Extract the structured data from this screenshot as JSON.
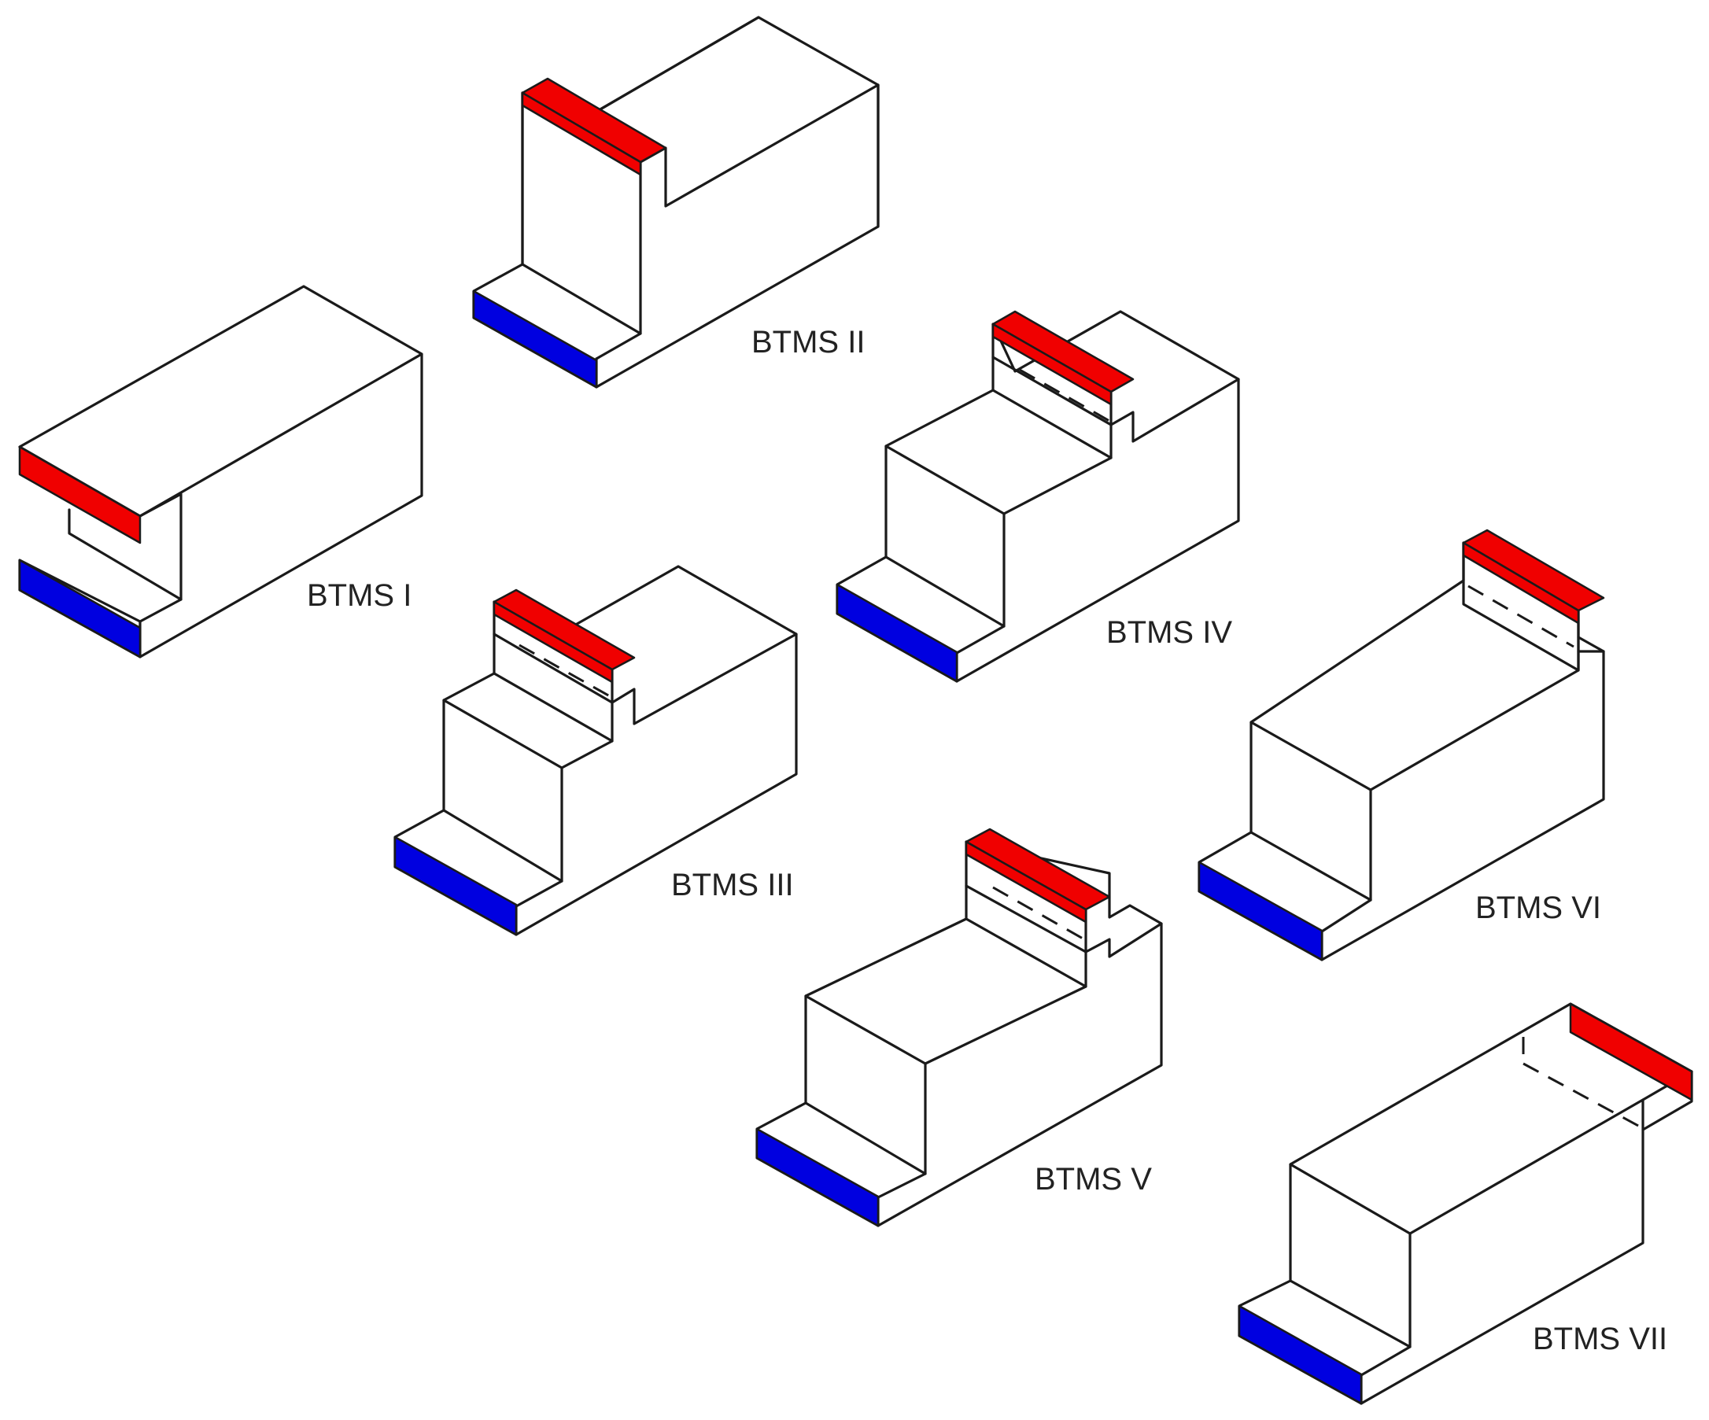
{
  "colors": {
    "hot_plate": "#f00000",
    "cold_plate": "#0000e0",
    "edge": "#1a1a1a",
    "background": "#ffffff"
  },
  "legend_none": "",
  "configurations": [
    {
      "id": "btms-i",
      "label": "BTMS I"
    },
    {
      "id": "btms-ii",
      "label": "BTMS II"
    },
    {
      "id": "btms-iii",
      "label": "BTMS III"
    },
    {
      "id": "btms-iv",
      "label": "BTMS IV"
    },
    {
      "id": "btms-v",
      "label": "BTMS V"
    },
    {
      "id": "btms-vi",
      "label": "BTMS VI"
    },
    {
      "id": "btms-vii",
      "label": "BTMS VII"
    }
  ]
}
